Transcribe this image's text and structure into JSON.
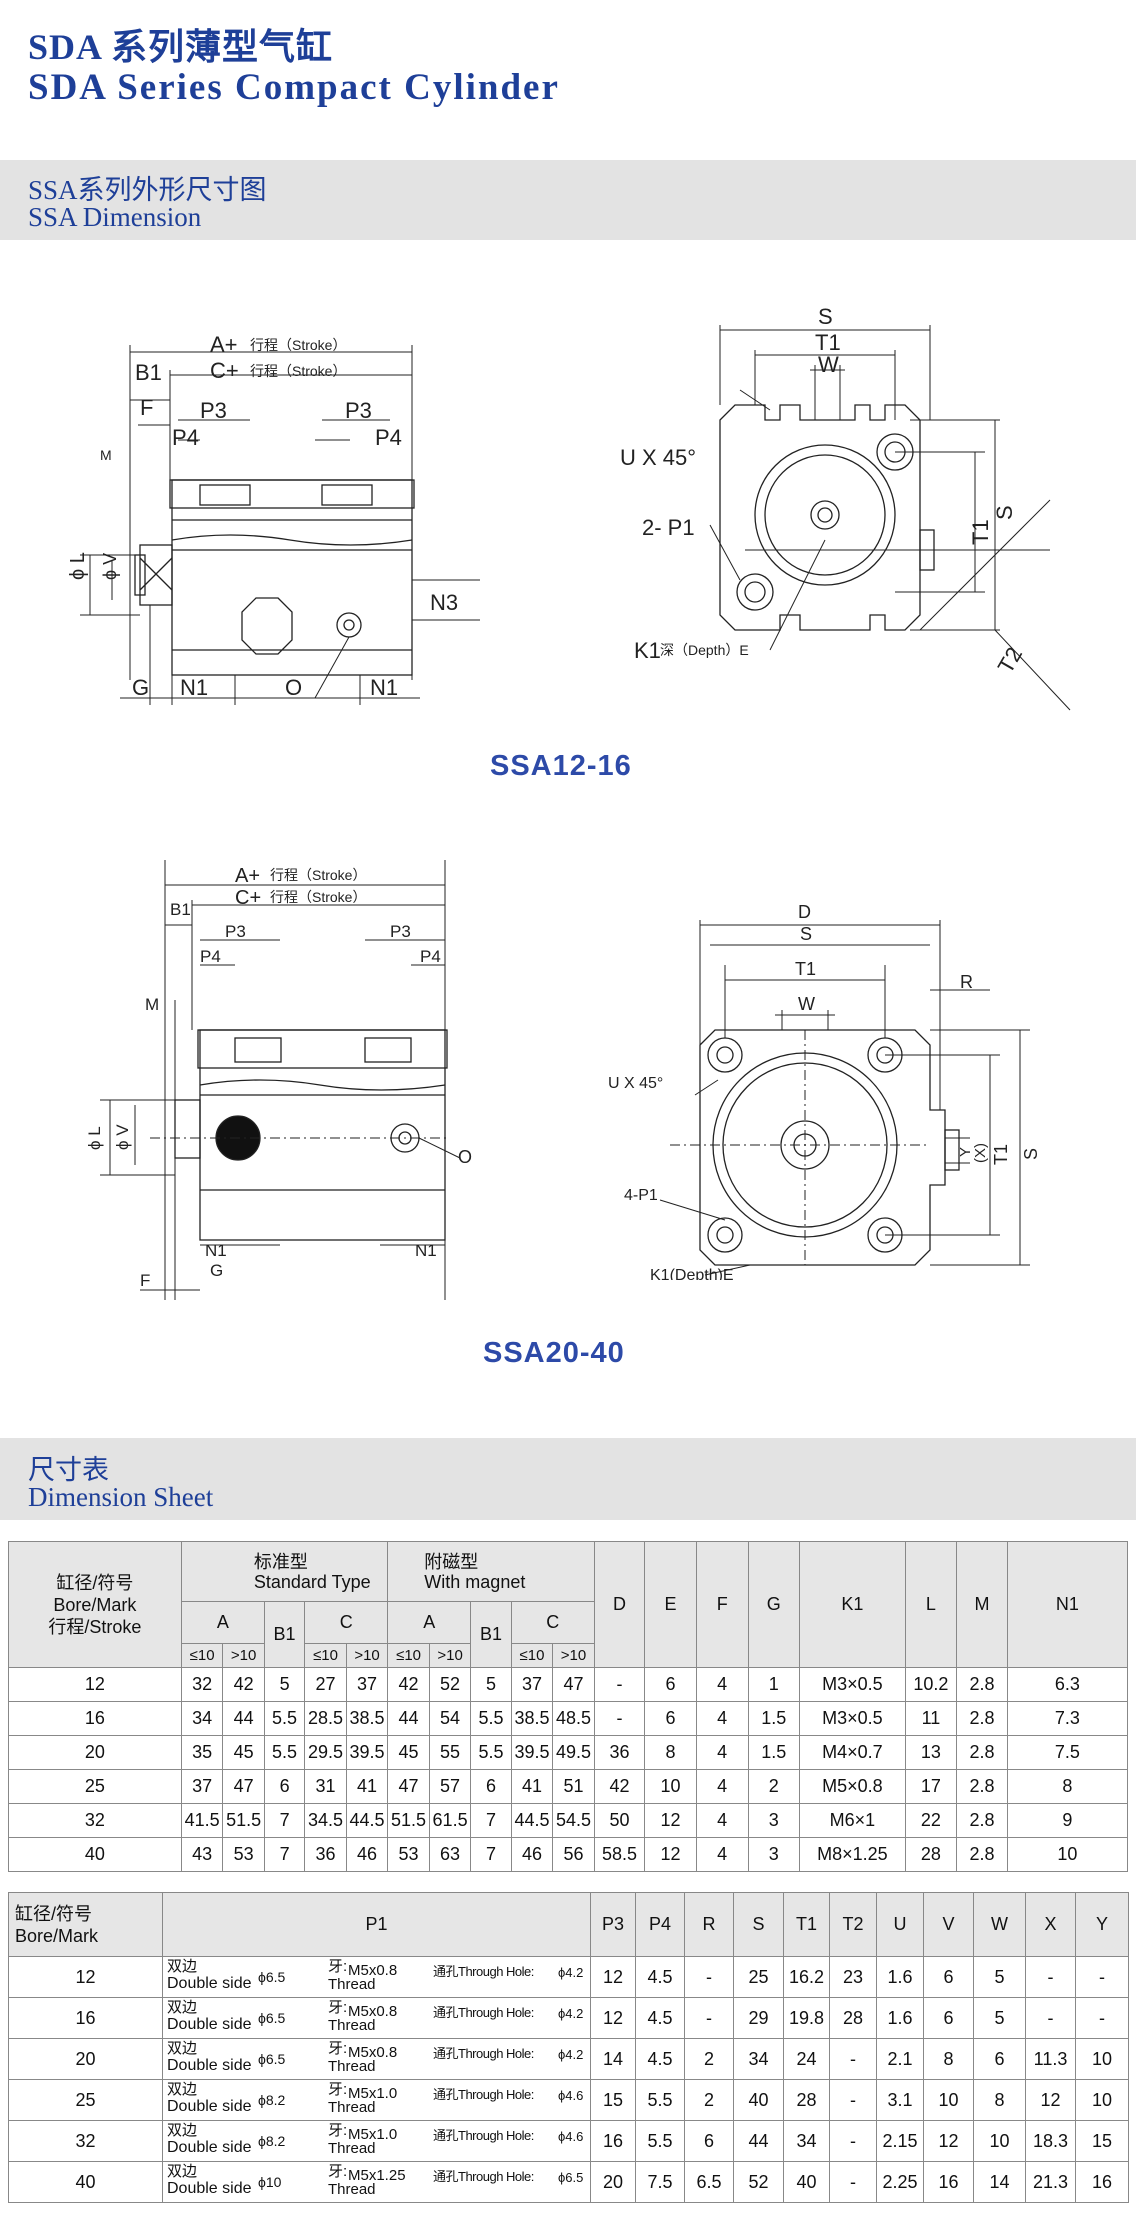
{
  "header": {
    "title_cn": "SDA 系列薄型气缸",
    "title_en": "SDA Series Compact Cylinder"
  },
  "section_dimension": {
    "cn": "SSA系列外形尺寸图",
    "en": "SSA Dimension"
  },
  "drawing1": {
    "caption": "SSA12-16",
    "labels": {
      "a_plus": "A+",
      "c_plus": "C+",
      "stroke": "行程（Stroke）",
      "b1": "B1",
      "f": "F",
      "p3": "P3",
      "p4": "P4",
      "m": "M",
      "phi_l": "ϕ L",
      "phi_v": "ϕ V",
      "n3": "N3",
      "g": "G",
      "n1": "N1",
      "o": "O",
      "s": "S",
      "t1": "T1",
      "w": "W",
      "ux45": "U X 45°",
      "two_p1": "2- P1",
      "k1": "K1",
      "depth": "深（Depth）E",
      "t2": "T2"
    }
  },
  "drawing2": {
    "caption": "SSA20-40",
    "labels": {
      "a_plus": "A+",
      "c_plus": "C+",
      "stroke": "行程（Stroke）",
      "b1": "B1",
      "p3": "P3",
      "p4": "P4",
      "m": "M",
      "phi_l": "ϕ L",
      "phi_v": "ϕ V",
      "o": "O",
      "n1": "N1",
      "g": "G",
      "f": "F",
      "d": "D",
      "s": "S",
      "t1": "T1",
      "w": "W",
      "r": "R",
      "ux45": "U X 45°",
      "four_p1": "4-P1",
      "k1": "K1(Depth)E",
      "y": "Y",
      "x": "(X)"
    }
  },
  "section_sheet": {
    "cn": "尺寸表",
    "en": "Dimension Sheet"
  },
  "table1": {
    "bore_cn": "缸径/符号",
    "bore_en": "Bore/Mark",
    "stroke_cn": "行程/Stroke",
    "standard_cn": "标准型",
    "standard_en": "Standard Type",
    "magnet_cn": "附磁型",
    "magnet_en": "With magnet",
    "cols": [
      "A",
      "B1",
      "C",
      "A",
      "B1",
      "C",
      "D",
      "E",
      "F",
      "G",
      "K1",
      "L",
      "M",
      "N1"
    ],
    "le10": "≤10",
    "gt10": ">10",
    "rows": [
      [
        "12",
        "32",
        "42",
        "5",
        "27",
        "37",
        "42",
        "52",
        "5",
        "37",
        "47",
        "-",
        "6",
        "4",
        "1",
        "M3×0.5",
        "10.2",
        "2.8",
        "6.3"
      ],
      [
        "16",
        "34",
        "44",
        "5.5",
        "28.5",
        "38.5",
        "44",
        "54",
        "5.5",
        "38.5",
        "48.5",
        "-",
        "6",
        "4",
        "1.5",
        "M3×0.5",
        "11",
        "2.8",
        "7.3"
      ],
      [
        "20",
        "35",
        "45",
        "5.5",
        "29.5",
        "39.5",
        "45",
        "55",
        "5.5",
        "39.5",
        "49.5",
        "36",
        "8",
        "4",
        "1.5",
        "M4×0.7",
        "13",
        "2.8",
        "7.5"
      ],
      [
        "25",
        "37",
        "47",
        "6",
        "31",
        "41",
        "47",
        "57",
        "6",
        "41",
        "51",
        "42",
        "10",
        "4",
        "2",
        "M5×0.8",
        "17",
        "2.8",
        "8"
      ],
      [
        "32",
        "41.5",
        "51.5",
        "7",
        "34.5",
        "44.5",
        "51.5",
        "61.5",
        "7",
        "44.5",
        "54.5",
        "50",
        "12",
        "4",
        "3",
        "M6×1",
        "22",
        "2.8",
        "9"
      ],
      [
        "40",
        "43",
        "53",
        "7",
        "36",
        "46",
        "53",
        "63",
        "7",
        "46",
        "56",
        "58.5",
        "12",
        "4",
        "3",
        "M8×1.25",
        "28",
        "2.8",
        "10"
      ]
    ]
  },
  "table2": {
    "bore_cn": "缸径/符号",
    "bore_en": "Bore/Mark",
    "cols": [
      "P1",
      "P3",
      "P4",
      "R",
      "S",
      "T1",
      "T2",
      "U",
      "V",
      "W",
      "X",
      "Y"
    ],
    "double_cn": "双边",
    "double_en": "Double side",
    "thread_cn": "牙:",
    "thread_en": "Thread",
    "through": "通孔Through Hole:",
    "rows": [
      {
        "bore": "12",
        "p1_phi": "ϕ6.5",
        "p1_thread": "M5x0.8",
        "p1_hole": "ϕ4.2",
        "vals": [
          "12",
          "4.5",
          "-",
          "25",
          "16.2",
          "23",
          "1.6",
          "6",
          "5",
          "-",
          "-"
        ]
      },
      {
        "bore": "16",
        "p1_phi": "ϕ6.5",
        "p1_thread": "M5x0.8",
        "p1_hole": "ϕ4.2",
        "vals": [
          "12",
          "4.5",
          "-",
          "29",
          "19.8",
          "28",
          "1.6",
          "6",
          "5",
          "-",
          "-"
        ]
      },
      {
        "bore": "20",
        "p1_phi": "ϕ6.5",
        "p1_thread": "M5x0.8",
        "p1_hole": "ϕ4.2",
        "vals": [
          "14",
          "4.5",
          "2",
          "34",
          "24",
          "-",
          "2.1",
          "8",
          "6",
          "11.3",
          "10"
        ]
      },
      {
        "bore": "25",
        "p1_phi": "ϕ8.2",
        "p1_thread": "M5x1.0",
        "p1_hole": "ϕ4.6",
        "vals": [
          "15",
          "5.5",
          "2",
          "40",
          "28",
          "-",
          "3.1",
          "10",
          "8",
          "12",
          "10"
        ]
      },
      {
        "bore": "32",
        "p1_phi": "ϕ8.2",
        "p1_thread": "M5x1.0",
        "p1_hole": "ϕ4.6",
        "vals": [
          "16",
          "5.5",
          "6",
          "44",
          "34",
          "-",
          "2.15",
          "12",
          "10",
          "18.3",
          "15"
        ]
      },
      {
        "bore": "40",
        "p1_phi": "ϕ10",
        "p1_thread": "M5x1.25",
        "p1_hole": "ϕ6.5",
        "vals": [
          "20",
          "7.5",
          "6.5",
          "52",
          "40",
          "-",
          "2.25",
          "16",
          "14",
          "21.3",
          "16"
        ]
      }
    ]
  }
}
